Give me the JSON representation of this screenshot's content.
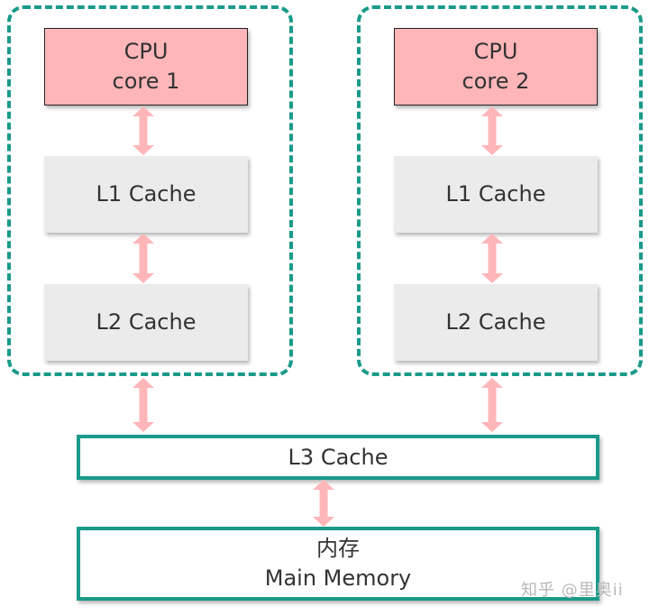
{
  "diagram": {
    "title": "CPU cache hierarchy",
    "colors": {
      "container_border": "#1a9a8a",
      "cpu_fill": "#ffb6b9",
      "cache_fill": "#ebebeb",
      "arrow_fill": "#ffb6b9",
      "shared_border": "#1a9a8a"
    },
    "cores": [
      {
        "cpu_line1": "CPU",
        "cpu_line2": "core 1",
        "l1": "L1 Cache",
        "l2": "L2 Cache"
      },
      {
        "cpu_line1": "CPU",
        "cpu_line2": "core 2",
        "l1": "L1 Cache",
        "l2": "L2 Cache"
      }
    ],
    "l3": "L3 Cache",
    "memory_line1": "内存",
    "memory_line2": "Main Memory",
    "connections": [
      "CPU core 1 ↔ L1 Cache",
      "L1 Cache ↔ L2 Cache",
      "L2 Cache ↔ L3 Cache",
      "CPU core 2 ↔ L1 Cache",
      "L1 Cache ↔ L2 Cache",
      "L2 Cache ↔ L3 Cache",
      "L3 Cache ↔ Main Memory"
    ]
  },
  "watermark": "知乎 @里奥ii"
}
